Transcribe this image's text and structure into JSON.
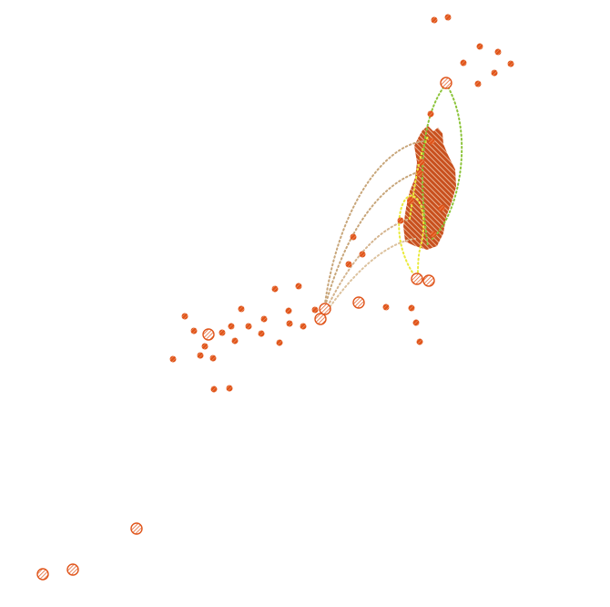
{
  "map": {
    "background": "#ffffff",
    "colors": {
      "point_fill": "#e0541a",
      "point_hatch": "#f0a276",
      "region_fill": "#c8501e",
      "region_hatch": "#f3c9ad",
      "arc_tan": "#c8a67a",
      "arc_yellow": "#eaea3c",
      "arc_green": "#8cc43a"
    },
    "icons": {
      "point": "hatched-circle-marker",
      "region": "hatched-polygon",
      "flow": "dotted-arc"
    }
  }
}
